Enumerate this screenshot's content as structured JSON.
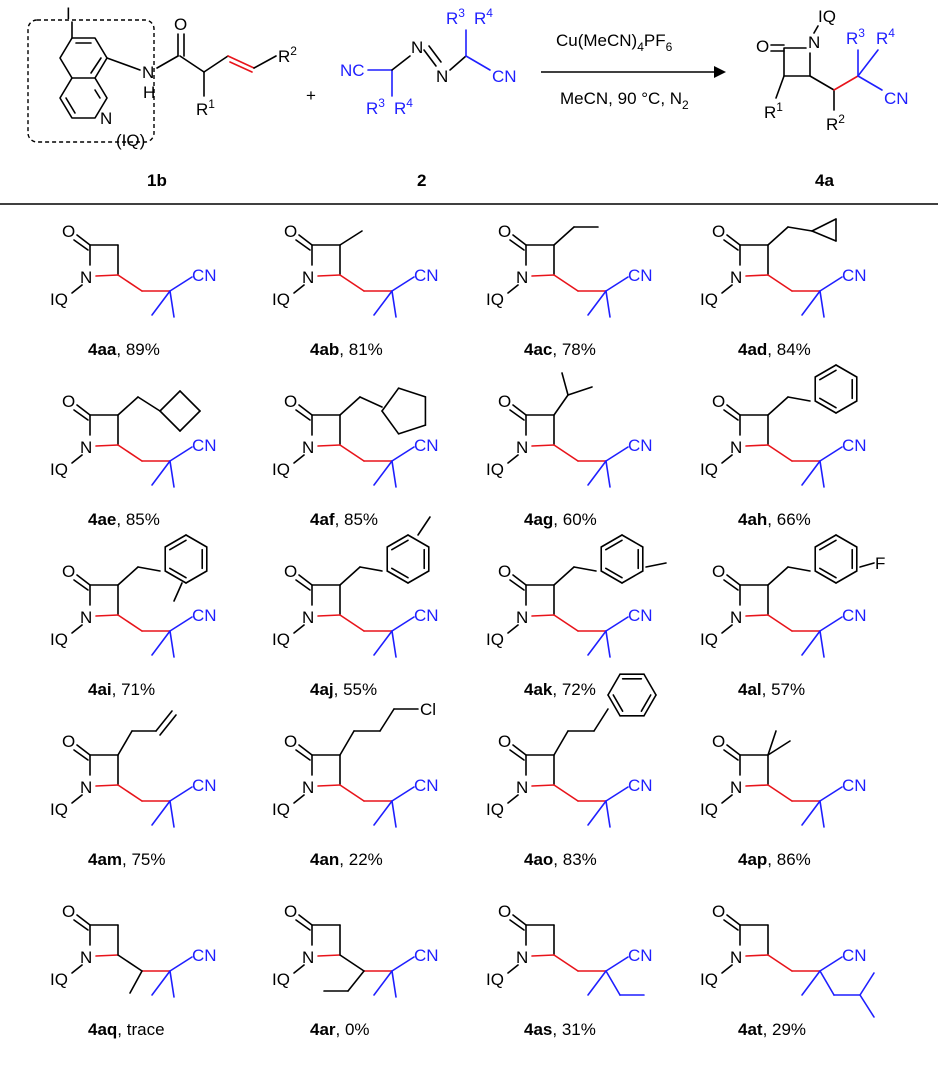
{
  "header": {
    "reagent_1b": {
      "label": "1b",
      "iq_label": "(IQ)",
      "iodo": "I",
      "ring_n": "N",
      "amide_n": "N",
      "amide_h": "H",
      "o": "O",
      "r1": "R",
      "r1_sup": "1",
      "r2": "R",
      "r2_sup": "2"
    },
    "plus": "+",
    "reagent_2": {
      "label": "2",
      "nc": "NC",
      "cn": "CN",
      "n1": "N",
      "n2": "N",
      "r3": "R",
      "r3_sup": "3",
      "r4": "R",
      "r4_sup": "4"
    },
    "conditions_top_main": "Cu(MeCN)",
    "conditions_top_sub": "4",
    "conditions_top_tail": "PF",
    "conditions_top_sub2": "6",
    "conditions_bottom": "MeCN, 90 °C, N",
    "conditions_bottom_sub": "2",
    "product": {
      "label": "4a",
      "iq": "IQ",
      "n": "N",
      "o": "O",
      "r1": "R",
      "r1_sup": "1",
      "r2": "R",
      "r2_sup": "2",
      "r3": "R",
      "r3_sup": "3",
      "r4": "R",
      "r4_sup": "4",
      "cn": "CN"
    }
  },
  "atoms": {
    "o": "O",
    "n": "N",
    "iq": "IQ",
    "cn": "CN",
    "cl": "Cl",
    "f": "F"
  },
  "compounds": [
    {
      "id": "4aa",
      "yield": ", 89%",
      "r1": "h"
    },
    {
      "id": "4ab",
      "yield": ", 81%",
      "r1": "methyl"
    },
    {
      "id": "4ac",
      "yield": ", 78%",
      "r1": "ethyl"
    },
    {
      "id": "4ad",
      "yield": ", 84%",
      "r1": "cyclopropylmethyl"
    },
    {
      "id": "4ae",
      "yield": ", 85%",
      "r1": "cyclobutylmethyl"
    },
    {
      "id": "4af",
      "yield": ", 85%",
      "r1": "cyclopentylmethyl"
    },
    {
      "id": "4ag",
      "yield": ", 60%",
      "r1": "isopropyl"
    },
    {
      "id": "4ah",
      "yield": ", 66%",
      "r1": "benzyl"
    },
    {
      "id": "4ai",
      "yield": ", 71%",
      "r1": "2-methylbenzyl"
    },
    {
      "id": "4aj",
      "yield": ", 55%",
      "r1": "3-methylbenzyl"
    },
    {
      "id": "4ak",
      "yield": ", 72%",
      "r1": "4-methylbenzyl"
    },
    {
      "id": "4al",
      "yield": ", 57%",
      "r1": "4-fluorobenzyl"
    },
    {
      "id": "4am",
      "yield": ", 75%",
      "r1": "allyl"
    },
    {
      "id": "4an",
      "yield": ", 22%",
      "r1": "3-chloropropyl"
    },
    {
      "id": "4ao",
      "yield": ", 83%",
      "r1": "phenethyl"
    },
    {
      "id": "4ap",
      "yield": ", 86%",
      "r1": "gem-dimethyl"
    },
    {
      "id": "4aq",
      "yield": ", trace",
      "r1": "h",
      "r2": "methyl"
    },
    {
      "id": "4ar",
      "yield": ", 0%",
      "r1": "h",
      "r2": "ethyl"
    },
    {
      "id": "4as",
      "yield": ", 31%",
      "r1": "h",
      "r4": "ethyl"
    },
    {
      "id": "4at",
      "yield": ", 29%",
      "r1": "h",
      "r4": "isobutyl"
    }
  ]
}
